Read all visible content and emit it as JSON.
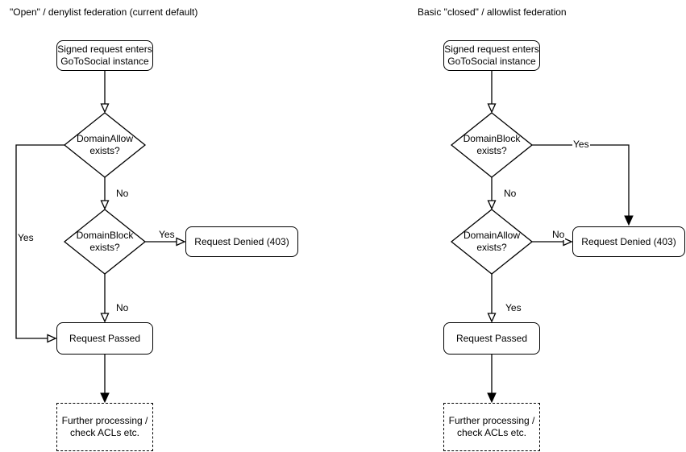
{
  "left": {
    "title": "\"Open\" / denylist federation (current default)",
    "start": "Signed request enters\nGoToSocial instance",
    "decision_allow": "DomainAllow\nexists?",
    "decision_block": "DomainBlock\nexists?",
    "denied": "Request Denied (403)",
    "passed": "Request Passed",
    "further": "Further processing /\ncheck ACLs etc.",
    "labels": {
      "allow_no": "No",
      "allow_yes": "Yes",
      "block_yes": "Yes",
      "block_no": "No"
    }
  },
  "right": {
    "title": "Basic \"closed\" / allowlist federation",
    "start": "Signed request enters\nGoToSocial instance",
    "decision_block": "DomainBlock\nexists?",
    "decision_allow": "DomainAllow\nexists?",
    "denied": "Request Denied (403)",
    "passed": "Request Passed",
    "further": "Further processing /\ncheck ACLs etc.",
    "labels": {
      "block_yes": "Yes",
      "block_no": "No",
      "allow_no": "No",
      "allow_yes": "Yes"
    }
  },
  "colors": {
    "stroke": "#000000",
    "fill": "#ffffff"
  }
}
